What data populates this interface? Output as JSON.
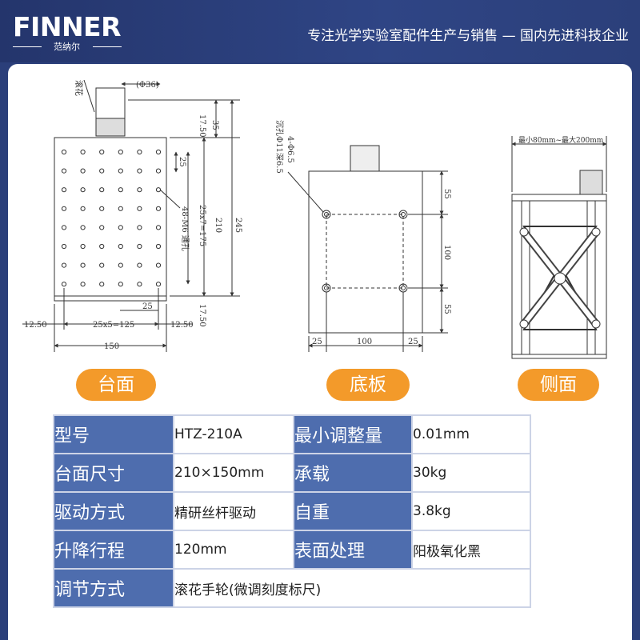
{
  "brand": {
    "name": "FINNER",
    "sub": "范纳尔"
  },
  "slogan": "专注光学实验室配件生产与销售 — 国内先进科技企业",
  "drawings": {
    "top": {
      "label": "台面",
      "dims": [
        "滚花",
        "(Φ36)",
        "35",
        "17.50",
        "25",
        "25x7=175",
        "210",
        "245",
        "48-M6 通孔",
        "25",
        "12.50",
        "25x5=125",
        "12.50",
        "150",
        "17.50"
      ]
    },
    "bottom": {
      "label": "底板",
      "dims": [
        "4-Φ6.5",
        "沉孔Φ11深6.5",
        "55",
        "100",
        "55",
        "25",
        "100",
        "25"
      ]
    },
    "side": {
      "label": "侧面",
      "dims": [
        "最小80mm~最大200mm"
      ]
    }
  },
  "specs": {
    "rows": [
      {
        "k1": "型号",
        "v1": "HTZ-210A",
        "k2": "最小调整量",
        "v2": "0.01mm"
      },
      {
        "k1": "台面尺寸",
        "v1": "210×150mm",
        "k2": "承载",
        "v2": "30kg"
      },
      {
        "k1": "驱动方式",
        "v1": "精研丝杆驱动",
        "k2": "自重",
        "v2": "3.8kg"
      },
      {
        "k1": "升降行程",
        "v1": "120mm",
        "k2": "表面处理",
        "v2": "阳极氧化黑"
      }
    ],
    "last": {
      "k": "调节方式",
      "v": "滚花手轮(微调刻度标尺)"
    }
  }
}
